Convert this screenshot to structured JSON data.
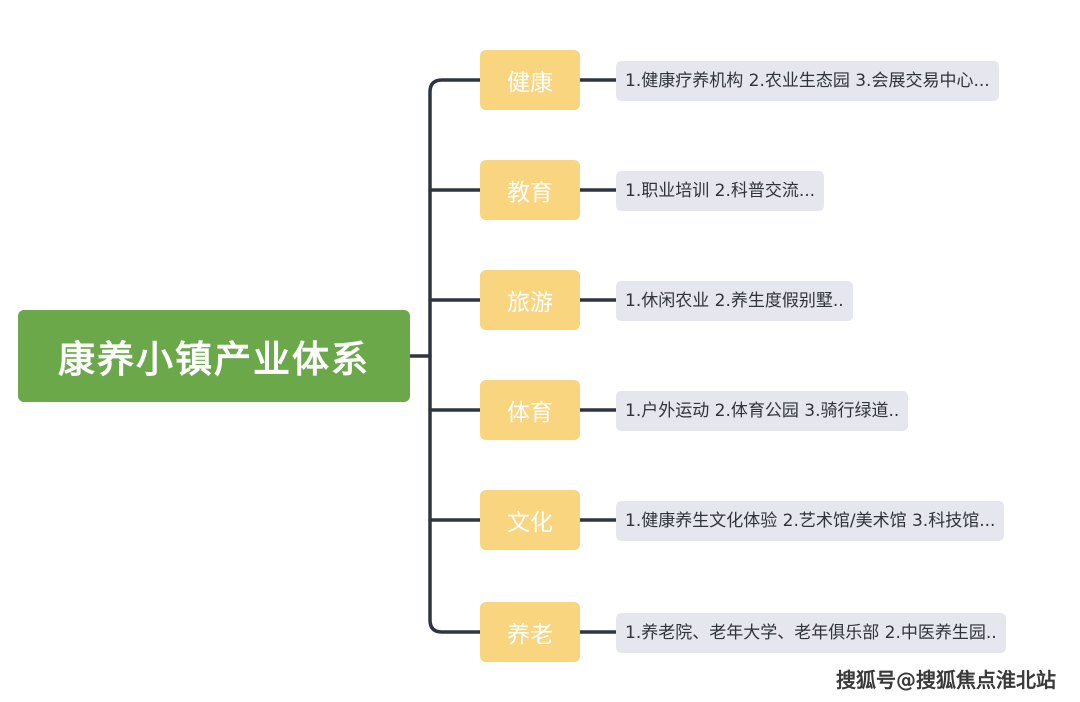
{
  "root": {
    "label": "康养小镇产业体系"
  },
  "branches": [
    {
      "label": "健康",
      "detail": "1.健康疗养机构 2.农业生态园 3.会展交易中心..."
    },
    {
      "label": "教育",
      "detail": "1.职业培训 2.科普交流..."
    },
    {
      "label": "旅游",
      "detail": "1.休闲农业 2.养生度假别墅.."
    },
    {
      "label": "体育",
      "detail": "1.户外运动 2.体育公园 3.骑行绿道.."
    },
    {
      "label": "文化",
      "detail": "1.健康养生文化体验 2.艺术馆/美术馆 3.科技馆..."
    },
    {
      "label": "养老",
      "detail": "1.养老院、老年大学、老年俱乐部 2.中医养生园.."
    }
  ],
  "watermark": "搜狐号@搜狐焦点淮北站",
  "colors": {
    "root": "#6ba84a",
    "branch": "#f8d57e",
    "leaf": "#e6e7ee",
    "connector": "#2f3540"
  }
}
